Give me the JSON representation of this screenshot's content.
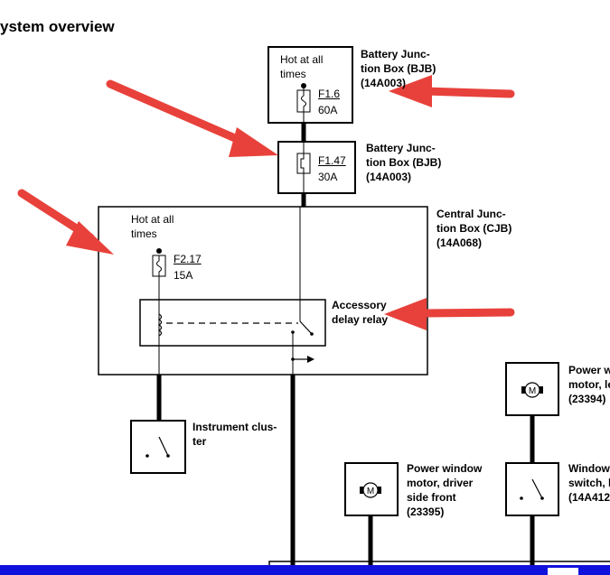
{
  "title": "ystem overview",
  "bjb_top": {
    "inner_text": "Hot at all\ntimes",
    "fuse_id": "F1.6",
    "fuse_amp": "60A",
    "label": "Battery Junc-\ntion Box (BJB)\n(14A003)"
  },
  "bjb_second": {
    "fuse_id": "F1.47",
    "fuse_amp": "30A",
    "label": "Battery Junc-\ntion Box (BJB)\n(14A003)"
  },
  "cjb": {
    "inner_text": "Hot at all\ntimes",
    "fuse_id": "F2.17",
    "fuse_amp": "15A",
    "label": "Central Junc-\ntion Box (CJB)\n(14A068)"
  },
  "relay": {
    "label": "Accessory\ndelay relay"
  },
  "instrument_cluster": {
    "label": "Instrument clus-\nter"
  },
  "motor_driver": {
    "label": "Power window\nmotor, driver\nside front\n(23395)"
  },
  "motor_left": {
    "label": "Power w\nmotor, le\n(23394)"
  },
  "window_switch": {
    "label": "Window\nswitch, l\n(14A412"
  },
  "colors": {
    "arrow": "#e8413b",
    "bar": "#1111dd"
  }
}
